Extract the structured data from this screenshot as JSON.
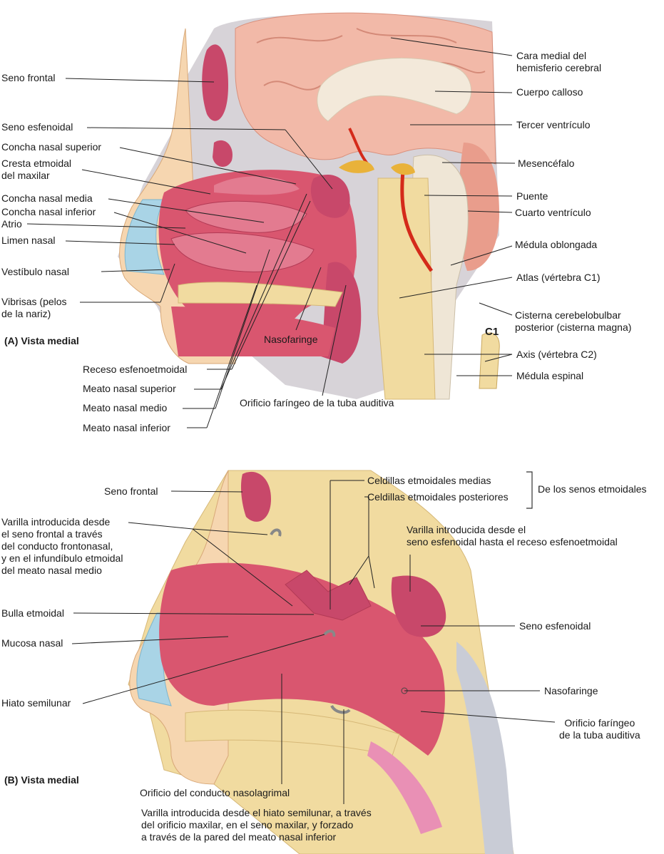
{
  "figure_a": {
    "panel_label": "(A) Vista medial",
    "labels": {
      "seno_frontal": "Seno frontal",
      "seno_esfenoidal": "Seno esfenoidal",
      "concha_superior": "Concha nasal superior",
      "cresta_etmoidal": "Cresta etmoidal\ndel maxilar",
      "concha_media": "Concha nasal media",
      "concha_inferior": "Concha nasal inferior",
      "atrio": "Atrio",
      "limen_nasal": "Limen nasal",
      "vestibulo_nasal": "Vestíbulo nasal",
      "vibrisas": "Vibrisas (pelos\nde la nariz)",
      "cara_medial": "Cara medial del\nhemisferio cerebral",
      "cuerpo_calloso": "Cuerpo calloso",
      "tercer_ventriculo": "Tercer ventrículo",
      "mesencefalo": "Mesencéfalo",
      "puente": "Puente",
      "cuarto_ventriculo": "Cuarto ventrículo",
      "medula_oblongada": "Médula oblongada",
      "atlas": "Atlas (vértebra C1)",
      "cisterna": "Cisterna cerebelobulbar\nposterior (cisterna magna)",
      "axis": "Axis (vértebra C2)",
      "medula_espinal": "Médula espinal",
      "nasofaringe": "Nasofaringe",
      "receso": "Receso esfenoetmoidal",
      "meato_superior": "Meato nasal superior",
      "meato_medio": "Meato nasal medio",
      "meato_inferior": "Meato nasal inferior",
      "orificio_tuba": "Orificio faríngeo de la tuba auditiva",
      "c1": "C1"
    }
  },
  "figure_b": {
    "panel_label": "(B) Vista medial",
    "labels": {
      "seno_frontal": "Seno frontal",
      "varilla_frontal": "Varilla introducida desde\nel seno frontal a través\ndel conducto frontonasal,\ny en el infundíbulo etmoidal\ndel meato nasal medio",
      "bulla": "Bulla etmoidal",
      "mucosa": "Mucosa nasal",
      "hiato": "Hiato semilunar",
      "celdillas_medias": "Celdillas etmoidales medias",
      "celdillas_posteriores": "Celdillas etmoidales posteriores",
      "senos_etmoidales": "De los senos etmoidales",
      "varilla_esfenoidal": "Varilla introducida desde el\nseno esfenoidal hasta el receso esfenoetmoidal",
      "seno_esfenoidal": "Seno esfenoidal",
      "nasofaringe": "Nasofaringe",
      "orificio_tuba": "Orificio faríngeo\nde la tuba auditiva",
      "orificio_nasolagrimal": "Orificio del conducto nasolagrimal",
      "varilla_hiato": "Varilla introducida desde el hiato semilunar, a través\ndel orificio maxilar, en el seno maxilar, y forzado\na través de la pared del meato nasal inferior"
    }
  },
  "colors": {
    "brain": "#f2b9a8",
    "mucosa": "#d9566f",
    "mucosa_dark": "#b23a55",
    "bone": "#f1dba0",
    "cartilage": "#a9d4e6",
    "brainstem": "#efe6d6",
    "artery": "#d42a1a",
    "grey": "#9a9aa6"
  }
}
